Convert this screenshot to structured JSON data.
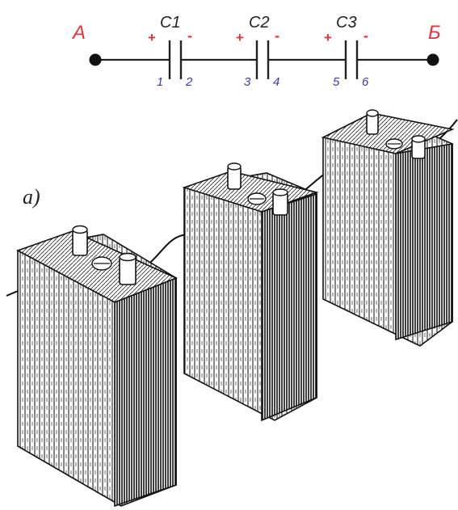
{
  "nodes": {
    "left": "A",
    "right": "Б"
  },
  "capacitors": [
    {
      "name": "C1",
      "plus": "+",
      "minus": "-",
      "term_left": "1",
      "term_right": "2"
    },
    {
      "name": "C2",
      "plus": "+",
      "minus": "-",
      "term_left": "3",
      "term_right": "4"
    },
    {
      "name": "C3",
      "plus": "+",
      "minus": "-",
      "term_left": "5",
      "term_right": "6"
    }
  ],
  "figure_label": "а)",
  "colors": {
    "node_label": "#e8323a",
    "plus_minus": "#e8323a",
    "cap_name": "#222222",
    "terminal_numbers": "#3a3ab0",
    "ink": "#111111"
  }
}
